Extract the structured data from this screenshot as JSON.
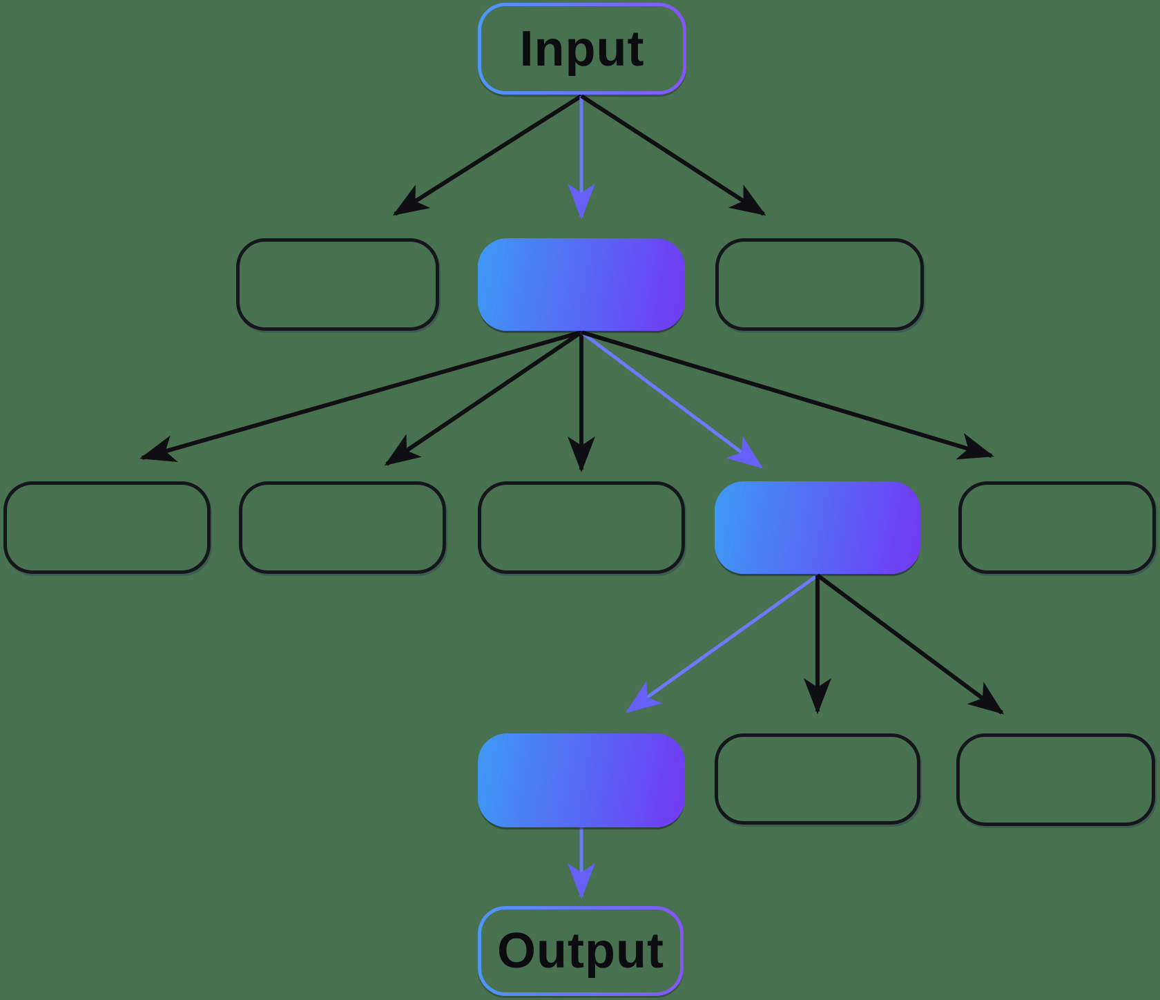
{
  "diagram": {
    "title": "tree-search-flow-diagram",
    "input_label": "Input",
    "output_label": "Output",
    "background": "#47714F",
    "colors": {
      "background": "#47714F",
      "node_border": "#15151D",
      "label": "#0B0B10",
      "grad_start": "#3D9AF5",
      "grad_end": "#7238F3",
      "pill_start": "#4E97F7",
      "pill_end": "#8456F6",
      "arrow_black": "#0E0E13",
      "arrow_purple": "#6B7AF7",
      "arrow_purple_head": "#6760F6"
    },
    "levels": [
      {
        "name": "input",
        "nodes": [
          {
            "label": "Input",
            "style": "gradient-outline-pill",
            "on_path": true
          }
        ]
      },
      {
        "name": "level-1",
        "nodes": [
          {
            "style": "outline"
          },
          {
            "style": "gradient-fill",
            "on_path": true
          },
          {
            "style": "outline"
          }
        ]
      },
      {
        "name": "level-2",
        "nodes": [
          {
            "style": "outline"
          },
          {
            "style": "outline"
          },
          {
            "style": "outline"
          },
          {
            "style": "gradient-fill",
            "on_path": true
          },
          {
            "style": "outline"
          }
        ]
      },
      {
        "name": "level-3",
        "nodes": [
          {
            "style": "gradient-fill",
            "on_path": true
          },
          {
            "style": "outline"
          },
          {
            "style": "outline"
          }
        ]
      },
      {
        "name": "output",
        "nodes": [
          {
            "label": "Output",
            "style": "gradient-outline-pill",
            "on_path": true
          }
        ]
      }
    ],
    "edges": {
      "black_edge_count": 8,
      "purple_edge_count": 4,
      "purple_path": [
        "input",
        "level1-center",
        "level2-node4",
        "level3-node1",
        "output"
      ]
    }
  }
}
